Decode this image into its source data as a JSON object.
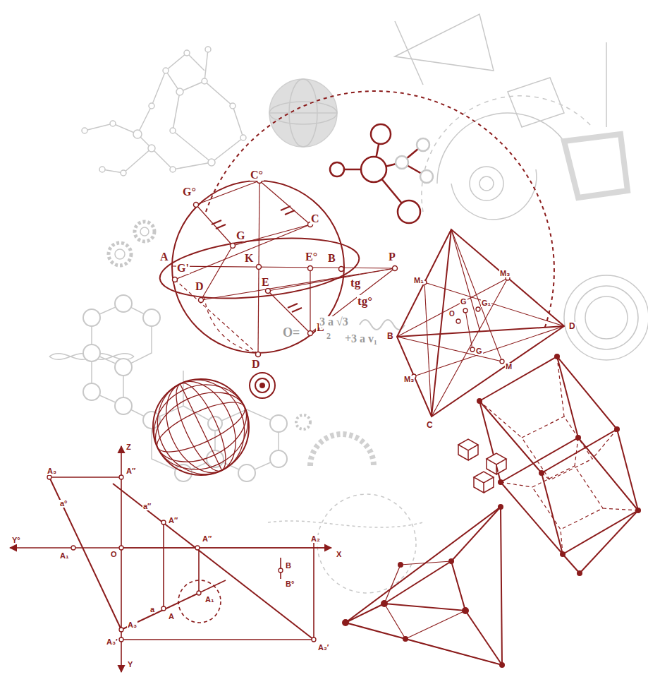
{
  "diagram": {
    "labels": [
      "C°",
      "G°",
      "C",
      "G",
      "A",
      "K",
      "E°",
      "B",
      "P",
      "G'",
      "D",
      "E",
      "tg",
      "tg°",
      "E°",
      "D",
      "O=",
      "3 a √3",
      "2",
      "+3 a v₁",
      "M₁",
      "M₃",
      "G",
      "O",
      "G₁",
      "B",
      "D",
      "G",
      "M₃",
      "M",
      "C",
      "Z",
      "A₃",
      "A″",
      "a°",
      "a″",
      "A″",
      "Y°",
      "A₁",
      "O",
      "A″",
      "A₂",
      "X",
      "B",
      "B°",
      "A₁",
      "a",
      "A",
      "A₃",
      "A₃′",
      "Y",
      "A₂′"
    ]
  }
}
